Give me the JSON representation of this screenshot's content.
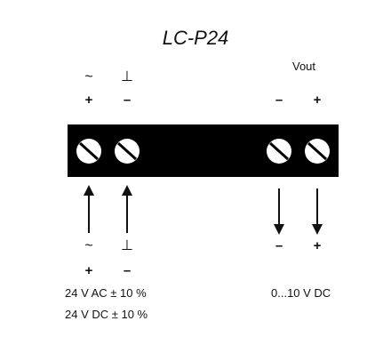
{
  "title": "LC-P24",
  "vout_label": "Vout",
  "top_symbols": {
    "ac": "~",
    "ground": "⊥"
  },
  "top_signs": {
    "t1": "+",
    "t2": "–",
    "t3": "–",
    "t4": "+"
  },
  "bottom_symbols": {
    "ac": "~",
    "ground": "⊥"
  },
  "bottom_signs_right": {
    "minus": "–",
    "plus": "+"
  },
  "bottom_signs_left": {
    "plus": "+",
    "minus": "–"
  },
  "specs": {
    "ac": "24 V AC ± 10 %",
    "dc": "24 V DC ± 10 %",
    "out": "0...10 V DC"
  },
  "colors": {
    "block": "#000000",
    "screw": "#ffffff",
    "line": "#111111"
  },
  "icons": [
    "screw-terminal-icon",
    "arrow-up-icon",
    "arrow-down-icon"
  ]
}
